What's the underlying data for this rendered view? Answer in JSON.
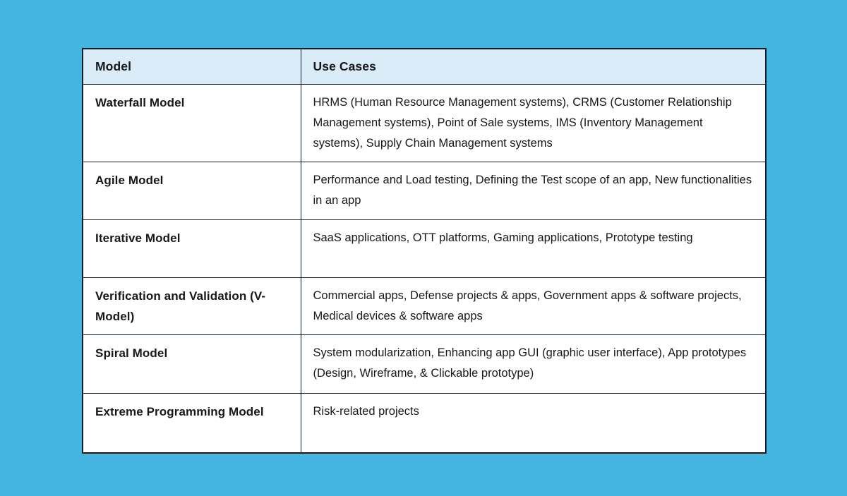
{
  "chart_data": {
    "type": "table",
    "columns": [
      "Model",
      "Use Cases"
    ],
    "rows": [
      [
        "Waterfall Model",
        "HRMS (Human Resource Management systems), CRMS (Customer Relationship Management systems), Point of Sale systems, IMS (Inventory Management systems), Supply Chain Management systems"
      ],
      [
        "Agile Model",
        "Performance and Load testing, Defining the Test scope of an app, New functionalities in an app"
      ],
      [
        "Iterative Model",
        "SaaS applications, OTT platforms, Gaming applications, Prototype testing"
      ],
      [
        "Verification and Validation (V-Model)",
        "Commercial apps, Defense projects & apps, Government apps & software projects, Medical devices & software apps"
      ],
      [
        "Spiral Model",
        "System modularization, Enhancing app GUI (graphic user interface), App prototypes (Design, Wireframe, & Clickable prototype)"
      ],
      [
        "Extreme Programming Model",
        "Risk-related projects"
      ]
    ],
    "layout_hints": {
      "header_row": true,
      "grid": "on",
      "column_emphasis": "first column bold"
    }
  },
  "colors": {
    "page_background": "#44b5e1",
    "header_background": "#d9ecf7",
    "cell_background": "#ffffff",
    "border": "#0c1e2a",
    "text": "#16181b"
  }
}
